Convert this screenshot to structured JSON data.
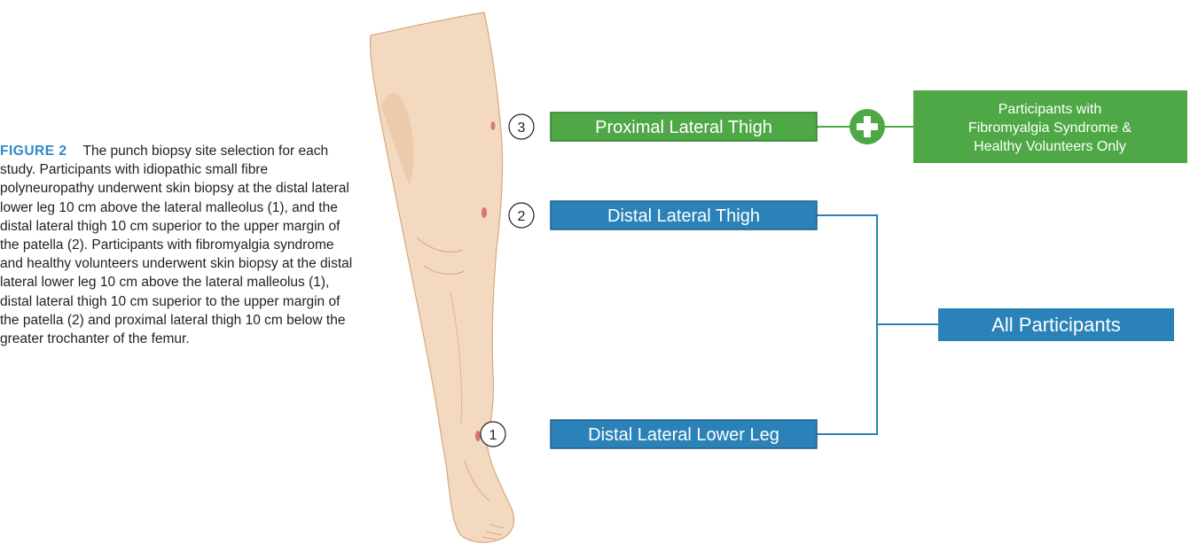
{
  "caption": {
    "label": "FIGURE 2",
    "text": "The punch biopsy site selection for each study. Participants with idiopathic small fibre polyneuropathy underwent skin biopsy at the distal lateral lower leg 10 cm above the lateral malleolus (1), and the distal lateral thigh 10 cm superior to the upper margin of the patella (2). Participants with fibromyalgia syndrome and healthy volunteers underwent skin biopsy at the distal lateral lower leg 10 cm above the lateral malleolus (1), distal lateral thigh 10 cm superior to the upper margin of the patella (2) and proximal lateral thigh 10 cm below the greater trochanter of the femur."
  },
  "sites": [
    {
      "number": "3",
      "label": "Proximal Lateral Thigh"
    },
    {
      "number": "2",
      "label": "Distal Lateral Thigh"
    },
    {
      "number": "1",
      "label": "Distal Lateral Lower Leg"
    }
  ],
  "groups": {
    "fms_hv_lines": [
      "Participants with",
      "Fibromyalgia Syndrome &",
      "Healthy Volunteers Only"
    ],
    "all": "All Participants"
  },
  "colors": {
    "green": "#4ea845",
    "green_dark": "#2f7d2c",
    "blue": "#2a82b8",
    "blue_dark": "#1f5f8a",
    "skin": "#f3d9bf",
    "skin_shade": "#e6bf9c",
    "skin_outline": "#d9a77f",
    "biopsy_mark": "#cf5a63"
  }
}
